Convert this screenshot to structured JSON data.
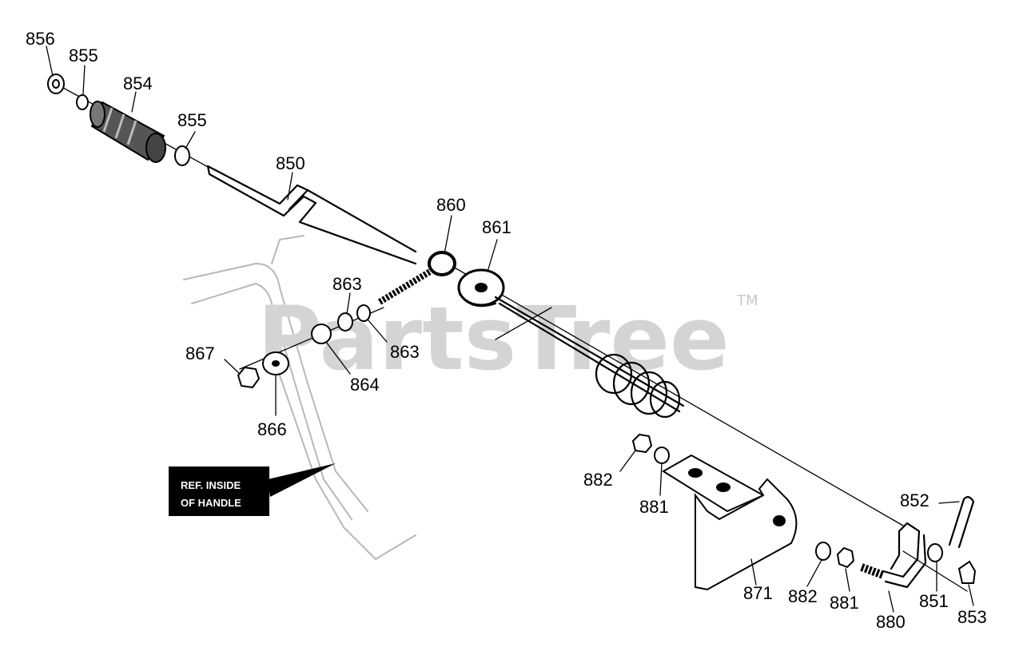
{
  "watermark": {
    "text": "PartsTree",
    "trademark": "TM"
  },
  "note": {
    "line1": "REF. INSIDE",
    "line2": "OF HANDLE"
  },
  "callouts": {
    "c856": "856",
    "c855a": "855",
    "c854": "854",
    "c855b": "855",
    "c850": "850",
    "c860": "860",
    "c861": "861",
    "c863a": "863",
    "c863b": "863",
    "c867": "867",
    "c864": "864",
    "c866": "866",
    "c882a": "882",
    "c881a": "881",
    "c852": "852",
    "c871": "871",
    "c882b": "882",
    "c881b": "881",
    "c880": "880",
    "c851": "851",
    "c853": "853"
  }
}
